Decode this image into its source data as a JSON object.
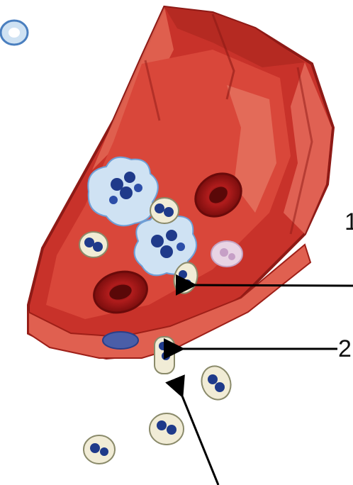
{
  "figure": {
    "labels": [
      {
        "id": "label-1",
        "text": "1"
      },
      {
        "id": "label-2",
        "text": "2"
      }
    ]
  },
  "colors": {
    "vessel_wall": "#c8322a",
    "vessel_dark": "#8e1a16",
    "vessel_light": "#e56a58",
    "erythrocyte": "#9a1414",
    "leukocyte_nucleus": "#1f3a8a",
    "leukocyte_cytoplasm": "#f1ecd6",
    "platelet_blue": "#9cc3e6",
    "leader_line": "#000000"
  }
}
